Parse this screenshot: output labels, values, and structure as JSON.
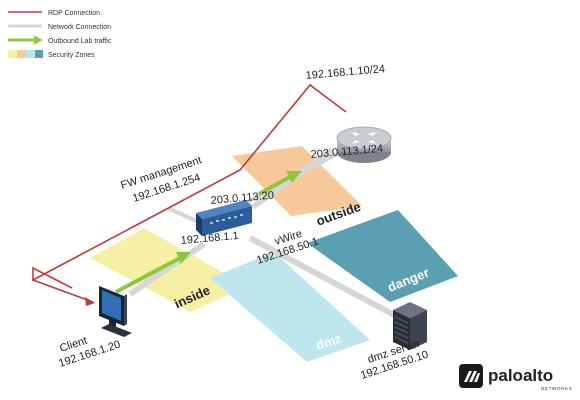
{
  "legend": {
    "rdp": "RDP Connection",
    "network": "Network Connection",
    "outbound": "Outbound Lab traffic",
    "zones": "Security Zones"
  },
  "zones": {
    "inside": "inside",
    "outside": "outside",
    "danger": "danger",
    "dmz": "dmz"
  },
  "labels": {
    "router_ip": "192.168.1.10/24",
    "outside_ip": "203.0.113.1/24",
    "fw_mgmt_title": "FW management",
    "fw_mgmt_ip": "192.168.1.254",
    "fw_outside_ip": "203.0.113.20",
    "fw_inside_ip": "192.168.1.1",
    "vwire": "vWire",
    "vwire_ip": "192.168.50.1",
    "client_name": "Client",
    "client_ip": "192.168.1.20",
    "dmz_server_name": "dmz server",
    "dmz_server_ip": "192.168.50.10"
  },
  "brand": {
    "name": "paloalto",
    "sub": "NETWORKS"
  },
  "colors": {
    "rdp": "#c0393c",
    "network": "#d6d6d6",
    "outbound": "#8dc63f",
    "zone_inside": "#f6f0a4",
    "zone_outside": "#f7c99a",
    "zone_danger": "#5b9fb3",
    "zone_dmz": "#bde6ed"
  }
}
